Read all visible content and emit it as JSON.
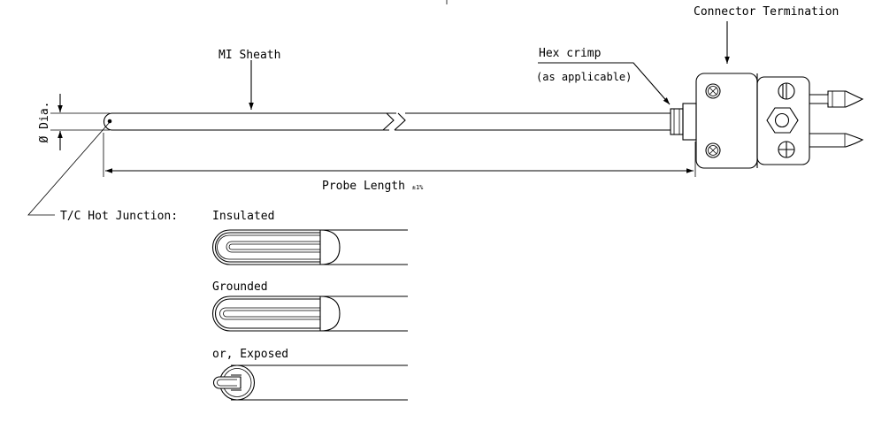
{
  "labels": {
    "connector_termination": "Connector Termination",
    "mi_sheath": "MI Sheath",
    "hex_crimp": "Hex crimp",
    "as_applicable": "(as applicable)",
    "diameter": "Ø Dia.",
    "probe_length": "Probe Length",
    "tolerance": "±1%",
    "hot_junction": "T/C Hot Junction:",
    "insulated": "Insulated",
    "grounded": "Grounded",
    "exposed": "or, Exposed"
  }
}
